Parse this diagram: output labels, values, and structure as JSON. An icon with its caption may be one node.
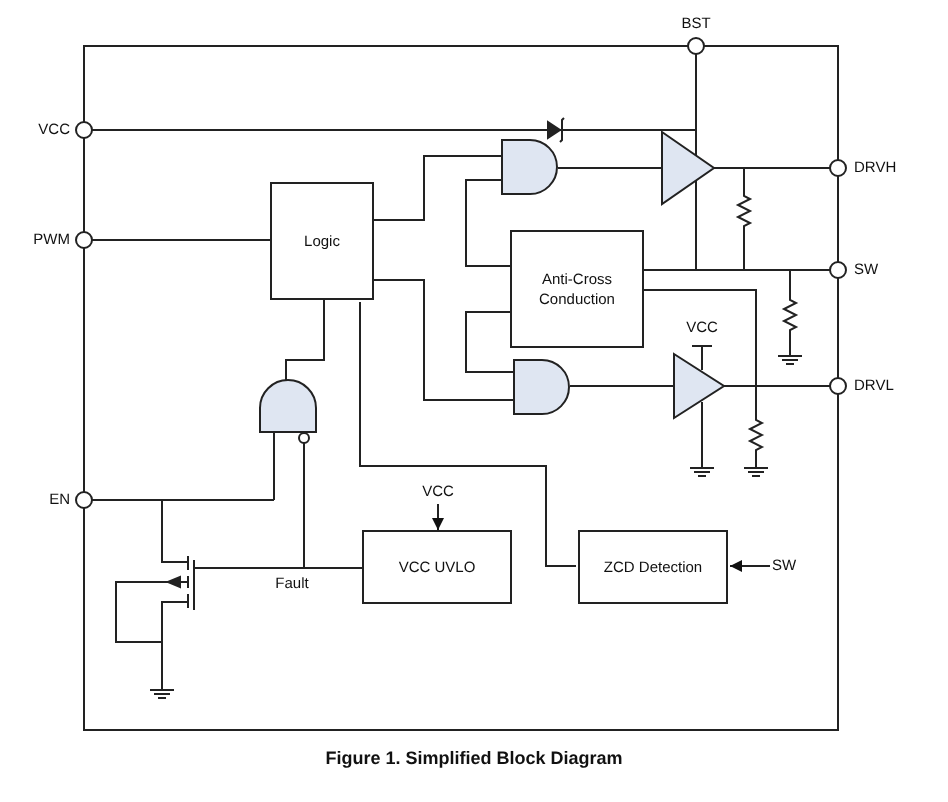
{
  "diagram": {
    "caption": "Figure 1. Simplified Block Diagram",
    "nodes": [
      {
        "text": [
          "Logic"
        ]
      },
      {
        "text": [
          "Anti-Cross Conduction"
        ]
      },
      {
        "text": [
          "VCC"
        ]
      },
      {
        "text": [
          "VCC UVLO"
        ]
      },
      {
        "text": [
          "ZCD Detection"
        ]
      },
      {
        "text": [
          "SW"
        ]
      }
    ],
    "edges": [
      {
        "from": 0,
        "to": 4,
        "arrow": "none"
      },
      {
        "from": 2,
        "to": 3,
        "arrow": "to"
      },
      {
        "from": 5,
        "to": 4,
        "arrow": "to"
      }
    ],
    "labels": [
      "BST",
      "VCC",
      "DRVH",
      "PWM",
      "SW",
      "VCC",
      "DRVL",
      "EN",
      "Fault"
    ]
  }
}
